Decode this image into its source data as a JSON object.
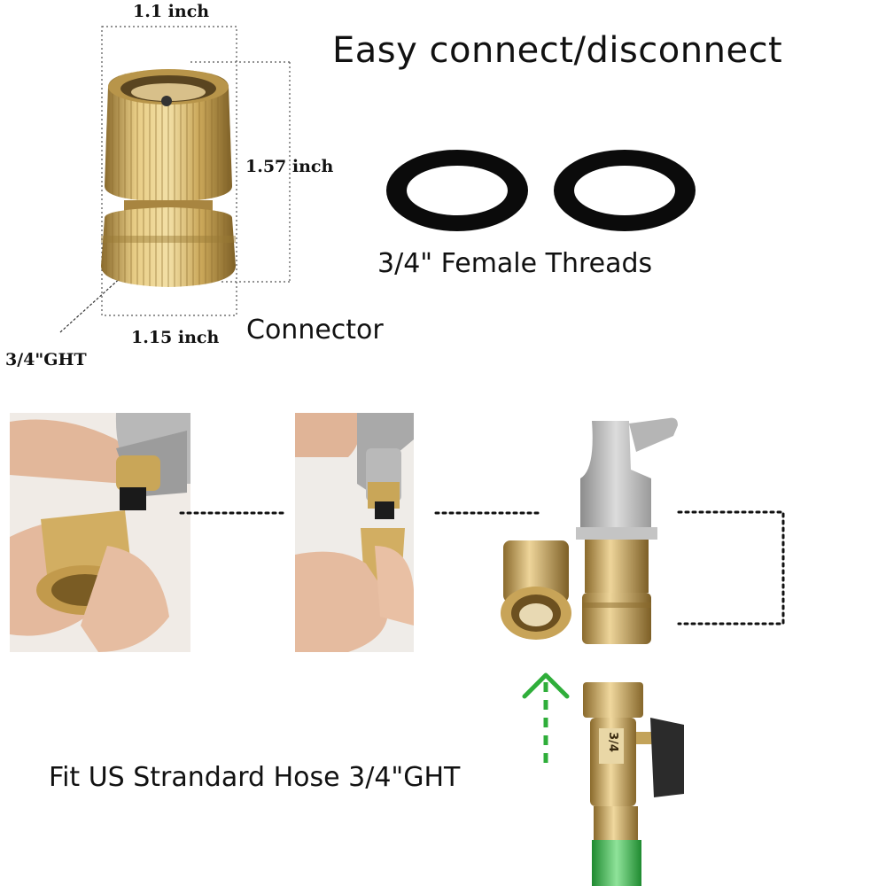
{
  "dimensions": {
    "width_label": "1.1 inch",
    "height_label": "1.57 inch",
    "base_width_label": "1.15 inch",
    "thread_label": "3/4\"GHT"
  },
  "headings": {
    "main": "Easy connect/disconnect",
    "washers": "3/4\" Female Threads",
    "connector": "Connector",
    "fit": "Fit US Strandard Hose 3/4\"GHT"
  },
  "valve": {
    "size_marking": "3/4"
  },
  "colors": {
    "brass": "#d4b36a",
    "brass_dark": "#9a7a36",
    "washer": "#0b0b0b",
    "arrow_green": "#2fae3a",
    "hose_green": "#34b34a"
  },
  "icons": [
    "washer-icon",
    "up-arrow-icon",
    "dotted-connector-icon"
  ]
}
